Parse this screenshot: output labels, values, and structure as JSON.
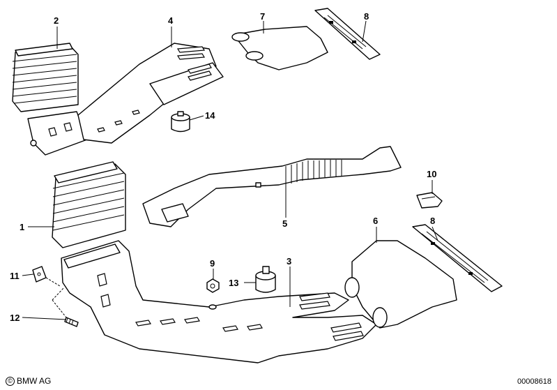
{
  "callouts": [
    {
      "id": "c1",
      "label": "1"
    },
    {
      "id": "c2",
      "label": "2"
    },
    {
      "id": "c3",
      "label": "3"
    },
    {
      "id": "c4",
      "label": "4"
    },
    {
      "id": "c5",
      "label": "5"
    },
    {
      "id": "c6",
      "label": "6"
    },
    {
      "id": "c7",
      "label": "7"
    },
    {
      "id": "c8a",
      "label": "8"
    },
    {
      "id": "c8b",
      "label": "8"
    },
    {
      "id": "c9",
      "label": "9"
    },
    {
      "id": "c10",
      "label": "10"
    },
    {
      "id": "c11",
      "label": "11"
    },
    {
      "id": "c12",
      "label": "12"
    },
    {
      "id": "c13",
      "label": "13"
    },
    {
      "id": "c14",
      "label": "14"
    }
  ],
  "footer": {
    "copyright_symbol": "©",
    "brand": "BMW AG",
    "diagram_number": "00008618"
  }
}
